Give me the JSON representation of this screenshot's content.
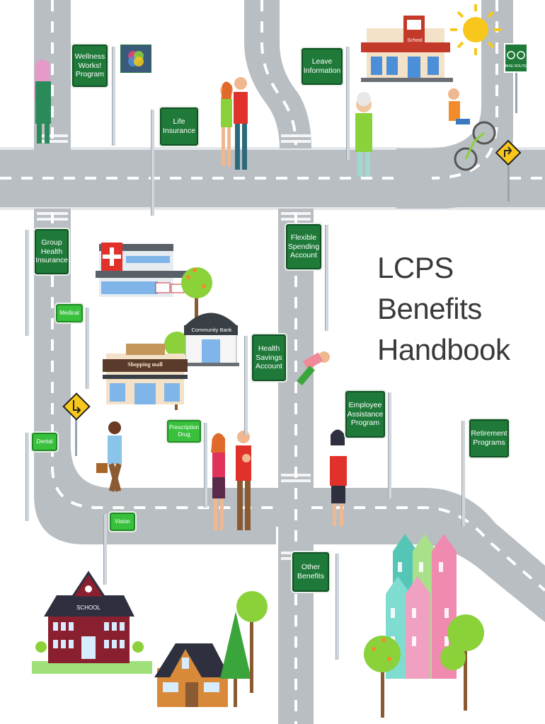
{
  "title": {
    "line1": "LCPS",
    "line2": "Benefits",
    "line3": "Handbook"
  },
  "signs": {
    "wellness": "Wellness\nWorks!\nProgram",
    "leave": "Leave\nInformation",
    "life": "Life\nInsurance",
    "group_health": "Group\nHealth\nInsurance",
    "fsa": "Flexible\nSpending\nAccount",
    "hsa": "Health\nSavings\nAccount",
    "eap": "Employee\nAssistance\nProgram",
    "retirement": "Retirement\nPrograms",
    "other": "Other\nBenefits",
    "medical": "Medical",
    "dental": "Dental",
    "prescription": "Prescription\nDrug",
    "vision": "Vision"
  },
  "buildings": {
    "school_top": "School",
    "community_bank": "Community Bank",
    "shopping_mall": "Shopping mall",
    "school_bottom": "SCHOOL"
  },
  "bike_route_sign": "BIKE ROUTE",
  "colors": {
    "road": "#b9bec3",
    "sign_green": "#1f7a3a",
    "sign_light_green": "#39c13e",
    "hospital_red": "#e0322b",
    "sun": "#f7c81b"
  }
}
